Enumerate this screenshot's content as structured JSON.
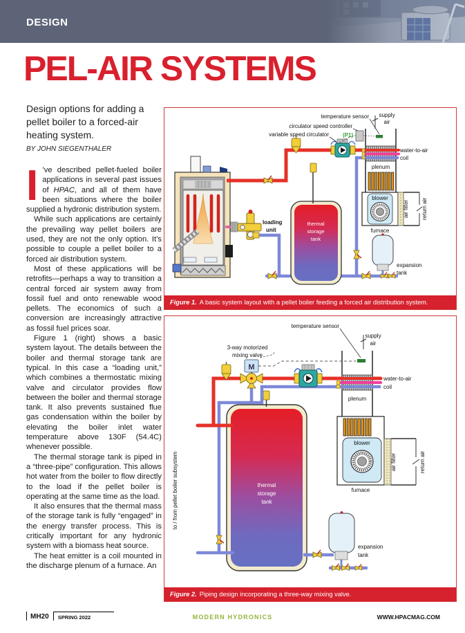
{
  "page": {
    "kicker": "DESIGN",
    "title": "PEL-AIR SYSTEMS",
    "subtitle": "Design options for adding a pellet boiler to a forced-air heating system.",
    "byline": "BY JOHN SIEGENTHALER"
  },
  "article": {
    "first": {
      "dropcap": "I",
      "part1": "’ve described pellet-fueled boiler applications in several past issues of ",
      "italic": "HPAC",
      "part2": ", and all of them have been situations where the boiler supplied a hydronic distribution system."
    },
    "paragraphs": [
      "While such applications are certainly the prevailing way pellet boilers are used, they are not the only option. It’s possible to couple a pellet boiler to a forced air distribution system.",
      "Most of these applications will be retrofits—perhaps a way to transition a central forced air system away from fossil fuel and onto renewable wood pellets. The economics of such a conversion are increasingly attractive as fossil fuel prices soar.",
      "Figure 1 (right) shows a basic system layout. The details between the boiler and thermal storage tank are typical. In this case a “loading unit,” which combines a thermostatic mixing valve and circulator provides flow between the boiler and thermal storage tank. It also prevents sustained flue gas condensation within the boiler by elevating the boiler inlet water temperature above 130F (54.4C) whenever possible.",
      "The thermal storage tank is piped in a “three-pipe” configuration. This allows hot water from the boiler to flow directly to the load if the pellet boiler is operating at the same time as the load.",
      "It also ensures that the thermal mass of the storage tank is fully “engaged” in the energy transfer process. This is critically important for any hydronic system with a biomass heat source.",
      "The heat emitter is a coil mounted in the discharge plenum of a furnace. An"
    ]
  },
  "figure1": {
    "caption_label": "Figure 1.",
    "caption_text": "A basic system layout with a pellet boiler feeding a forced air distribution system.",
    "labels": {
      "temp_sensor": "temperature sensor",
      "controller": "circulator speed controller",
      "circulator": "variable speed circulator",
      "p1": "(P1)",
      "supply1": "supply",
      "supply2": "air",
      "coil1": "water-to-air",
      "coil2": "coil",
      "plenum": "plenum",
      "blower": "blower",
      "furnace": "furnace",
      "air_filter": "air filter",
      "return_air": "return air",
      "loading1": "loading",
      "loading2": "unit",
      "tank1": "thermal",
      "tank2": "storage",
      "tank3": "tank",
      "exp1": "expansion",
      "exp2": "tank"
    }
  },
  "figure2": {
    "caption_label": "Figure 2.",
    "caption_text": "Piping design incorporating a three-way mixing valve.",
    "labels": {
      "temp_sensor": "temperature sensor",
      "valve1": "3-way motorized",
      "valve2": "mixing valve",
      "m": "M",
      "supply1": "supply",
      "supply2": "air",
      "coil1": "water-to-air",
      "coil2": "coil",
      "plenum": "plenum",
      "blower": "blower",
      "furnace": "furnace",
      "air_filter": "air filter",
      "return_air": "return air",
      "subsystem": "to / from pellet boiler subsystem",
      "tank1": "thermal",
      "tank2": "storage",
      "tank3": "tank",
      "exp1": "expansion",
      "exp2": "tank"
    }
  },
  "footer": {
    "page_code": "MH20",
    "issue": "SPRING 2022",
    "magazine": "MODERN HYDRONICS",
    "website": "WWW.HPACMAG.COM"
  },
  "colors": {
    "accent_red": "#d6212e",
    "header_gray": "#5d6477",
    "footer_green": "#96b43e",
    "pipe_hot": "#e63128",
    "pipe_cold": "#7d88d8",
    "pipe_mixed": "#ee3f9b"
  }
}
